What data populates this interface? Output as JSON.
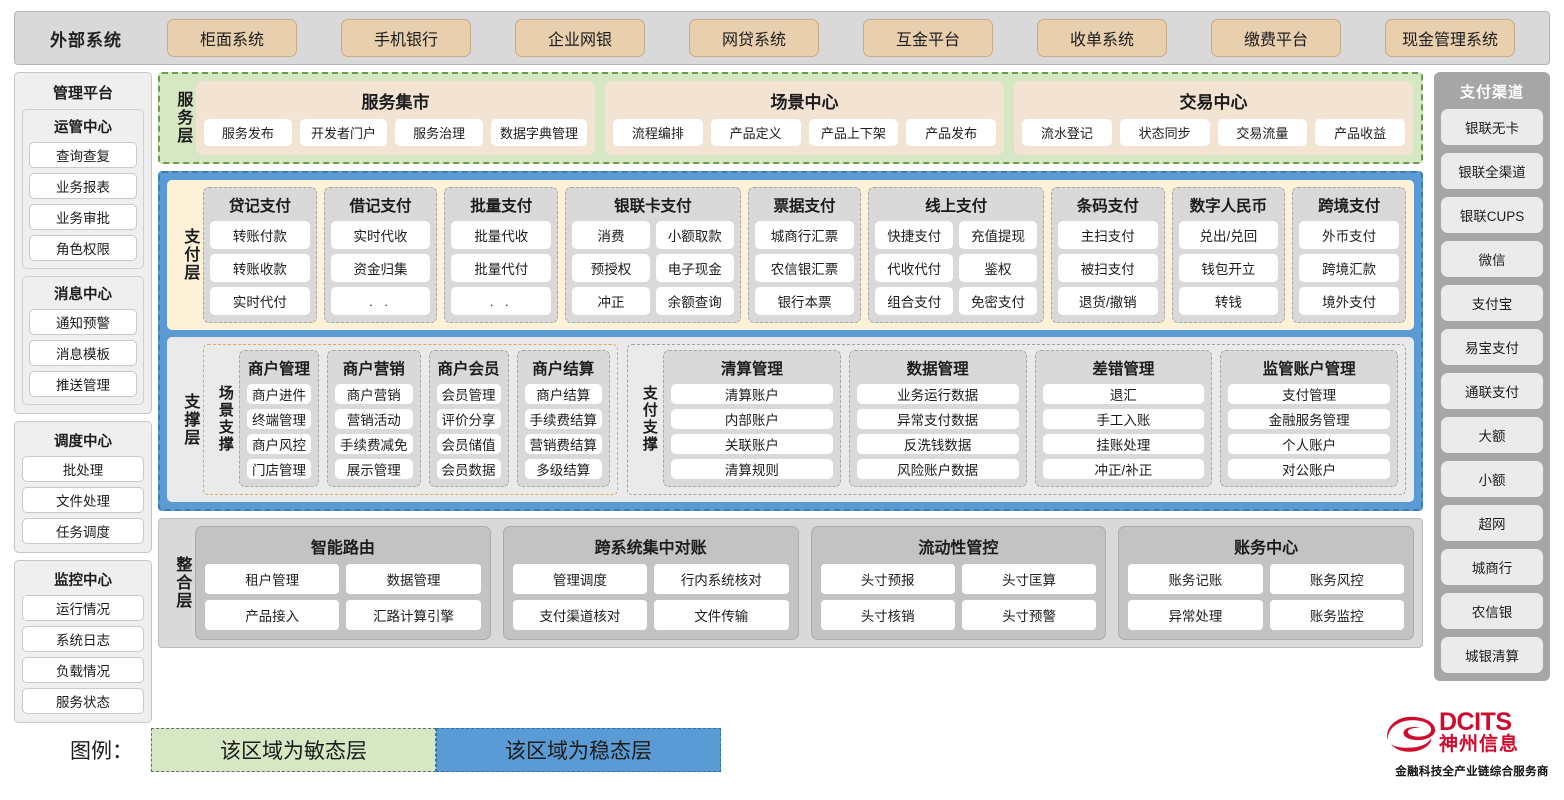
{
  "external": {
    "title": "外部系统",
    "items": [
      "柜面系统",
      "手机银行",
      "企业网银",
      "网贷系统",
      "互金平台",
      "收单系统",
      "缴费平台",
      "现金管理系统"
    ]
  },
  "management": {
    "title": "管理平台",
    "groups": [
      {
        "title": "运管中心",
        "items": [
          "查询查复",
          "业务报表",
          "业务审批",
          "角色权限"
        ]
      },
      {
        "title": "消息中心",
        "items": [
          "通知预警",
          "消息模板",
          "推送管理"
        ]
      }
    ],
    "standalone": [
      {
        "title": "调度中心",
        "items": [
          "批处理",
          "文件处理",
          "任务调度"
        ]
      },
      {
        "title": "监控中心",
        "items": [
          "运行情况",
          "系统日志",
          "负载情况",
          "服务状态"
        ]
      }
    ]
  },
  "service_layer": {
    "label": "服务层",
    "cards": [
      {
        "title": "服务集市",
        "items": [
          "服务发布",
          "开发者门户",
          "服务治理",
          "数据字典管理"
        ]
      },
      {
        "title": "场景中心",
        "items": [
          "流程编排",
          "产品定义",
          "产品上下架",
          "产品发布"
        ]
      },
      {
        "title": "交易中心",
        "items": [
          "流水登记",
          "状态同步",
          "交易流量",
          "产品收益"
        ]
      }
    ]
  },
  "payment_layer": {
    "label": "支付层",
    "groups": [
      {
        "title": "贷记支付",
        "cols": 1,
        "rows": [
          [
            "转账付款"
          ],
          [
            "转账收款"
          ],
          [
            "实时代付"
          ]
        ]
      },
      {
        "title": "借记支付",
        "cols": 1,
        "rows": [
          [
            "实时代收"
          ],
          [
            "资金归集"
          ],
          [
            ". ."
          ]
        ]
      },
      {
        "title": "批量支付",
        "cols": 1,
        "rows": [
          [
            "批量代收"
          ],
          [
            "批量代付"
          ],
          [
            ". ."
          ]
        ]
      },
      {
        "title": "银联卡支付",
        "cols": 2,
        "rows": [
          [
            "消费",
            "小额取款"
          ],
          [
            "预授权",
            "电子现金"
          ],
          [
            "冲正",
            "余额查询"
          ]
        ]
      },
      {
        "title": "票据支付",
        "cols": 1,
        "rows": [
          [
            "城商行汇票"
          ],
          [
            "农信银汇票"
          ],
          [
            "银行本票"
          ]
        ]
      },
      {
        "title": "线上支付",
        "cols": 2,
        "rows": [
          [
            "快捷支付",
            "充值提现"
          ],
          [
            "代收代付",
            "鉴权"
          ],
          [
            "组合支付",
            "免密支付"
          ]
        ]
      },
      {
        "title": "条码支付",
        "cols": 1,
        "rows": [
          [
            "主扫支付"
          ],
          [
            "被扫支付"
          ],
          [
            "退货/撤销"
          ]
        ]
      },
      {
        "title": "数字人民币",
        "cols": 1,
        "rows": [
          [
            "兑出/兑回"
          ],
          [
            "钱包开立"
          ],
          [
            "转钱"
          ]
        ]
      },
      {
        "title": "跨境支付",
        "cols": 1,
        "rows": [
          [
            "外币支付"
          ],
          [
            "跨境汇款"
          ],
          [
            "境外支付"
          ]
        ]
      }
    ]
  },
  "support_layer": {
    "label": "支撑层",
    "scene": {
      "label": "场景支撑",
      "groups": [
        {
          "title": "商户管理",
          "items": [
            "商户进件",
            "终端管理",
            "商户风控",
            "门店管理"
          ]
        },
        {
          "title": "商户营销",
          "items": [
            "商户营销",
            "营销活动",
            "手续费减免",
            "展示管理"
          ]
        },
        {
          "title": "商户会员",
          "items": [
            "会员管理",
            "评价分享",
            "会员储值",
            "会员数据"
          ]
        },
        {
          "title": "商户结算",
          "items": [
            "商户结算",
            "手续费结算",
            "营销费结算",
            "多级结算"
          ]
        }
      ]
    },
    "paysupport": {
      "label": "支付支撑",
      "groups": [
        {
          "title": "清算管理",
          "items": [
            "清算账户",
            "内部账户",
            "关联账户",
            "清算规则"
          ]
        },
        {
          "title": "数据管理",
          "items": [
            "业务运行数据",
            "异常支付数据",
            "反洗钱数据",
            "风险账户数据"
          ]
        },
        {
          "title": "差错管理",
          "items": [
            "退汇",
            "手工入账",
            "挂账处理",
            "冲正/补正"
          ]
        },
        {
          "title": "监管账户管理",
          "items": [
            "支付管理",
            "金融服务管理",
            "个人账户",
            "对公账户"
          ]
        }
      ]
    }
  },
  "integration_layer": {
    "label": "整合层",
    "groups": [
      {
        "title": "智能路由",
        "rows": [
          [
            "租户管理",
            "数据管理"
          ],
          [
            "产品接入",
            "汇路计算引擎"
          ]
        ]
      },
      {
        "title": "跨系统集中对账",
        "rows": [
          [
            "管理调度",
            "行内系统核对"
          ],
          [
            "支付渠道核对",
            "文件传输"
          ]
        ]
      },
      {
        "title": "流动性管控",
        "rows": [
          [
            "头寸预报",
            "头寸匡算"
          ],
          [
            "头寸核销",
            "头寸预警"
          ]
        ]
      },
      {
        "title": "账务中心",
        "rows": [
          [
            "账务记账",
            "账务风控"
          ],
          [
            "异常处理",
            "账务监控"
          ]
        ]
      }
    ]
  },
  "channels": {
    "title": "支付渠道",
    "items": [
      "银联无卡",
      "银联全渠道",
      "银联CUPS",
      "微信",
      "支付宝",
      "易宝支付",
      "通联支付",
      "大额",
      "小额",
      "超网",
      "城商行",
      "农信银",
      "城银清算"
    ]
  },
  "legend": {
    "label": "图例：",
    "agile": "该区域为敏态层",
    "stable": "该区域为稳态层"
  },
  "logo": {
    "en": "DCITS",
    "cn": "神州信息",
    "tagline": "金融科技全产业链综合服务商"
  },
  "colors": {
    "agile_green": "#d6e7c4",
    "stable_blue": "#5b9bd5",
    "external_chip": "#e8cfae",
    "payment_band": "#fdf2d8",
    "brand_red": "#cf0a2c"
  }
}
